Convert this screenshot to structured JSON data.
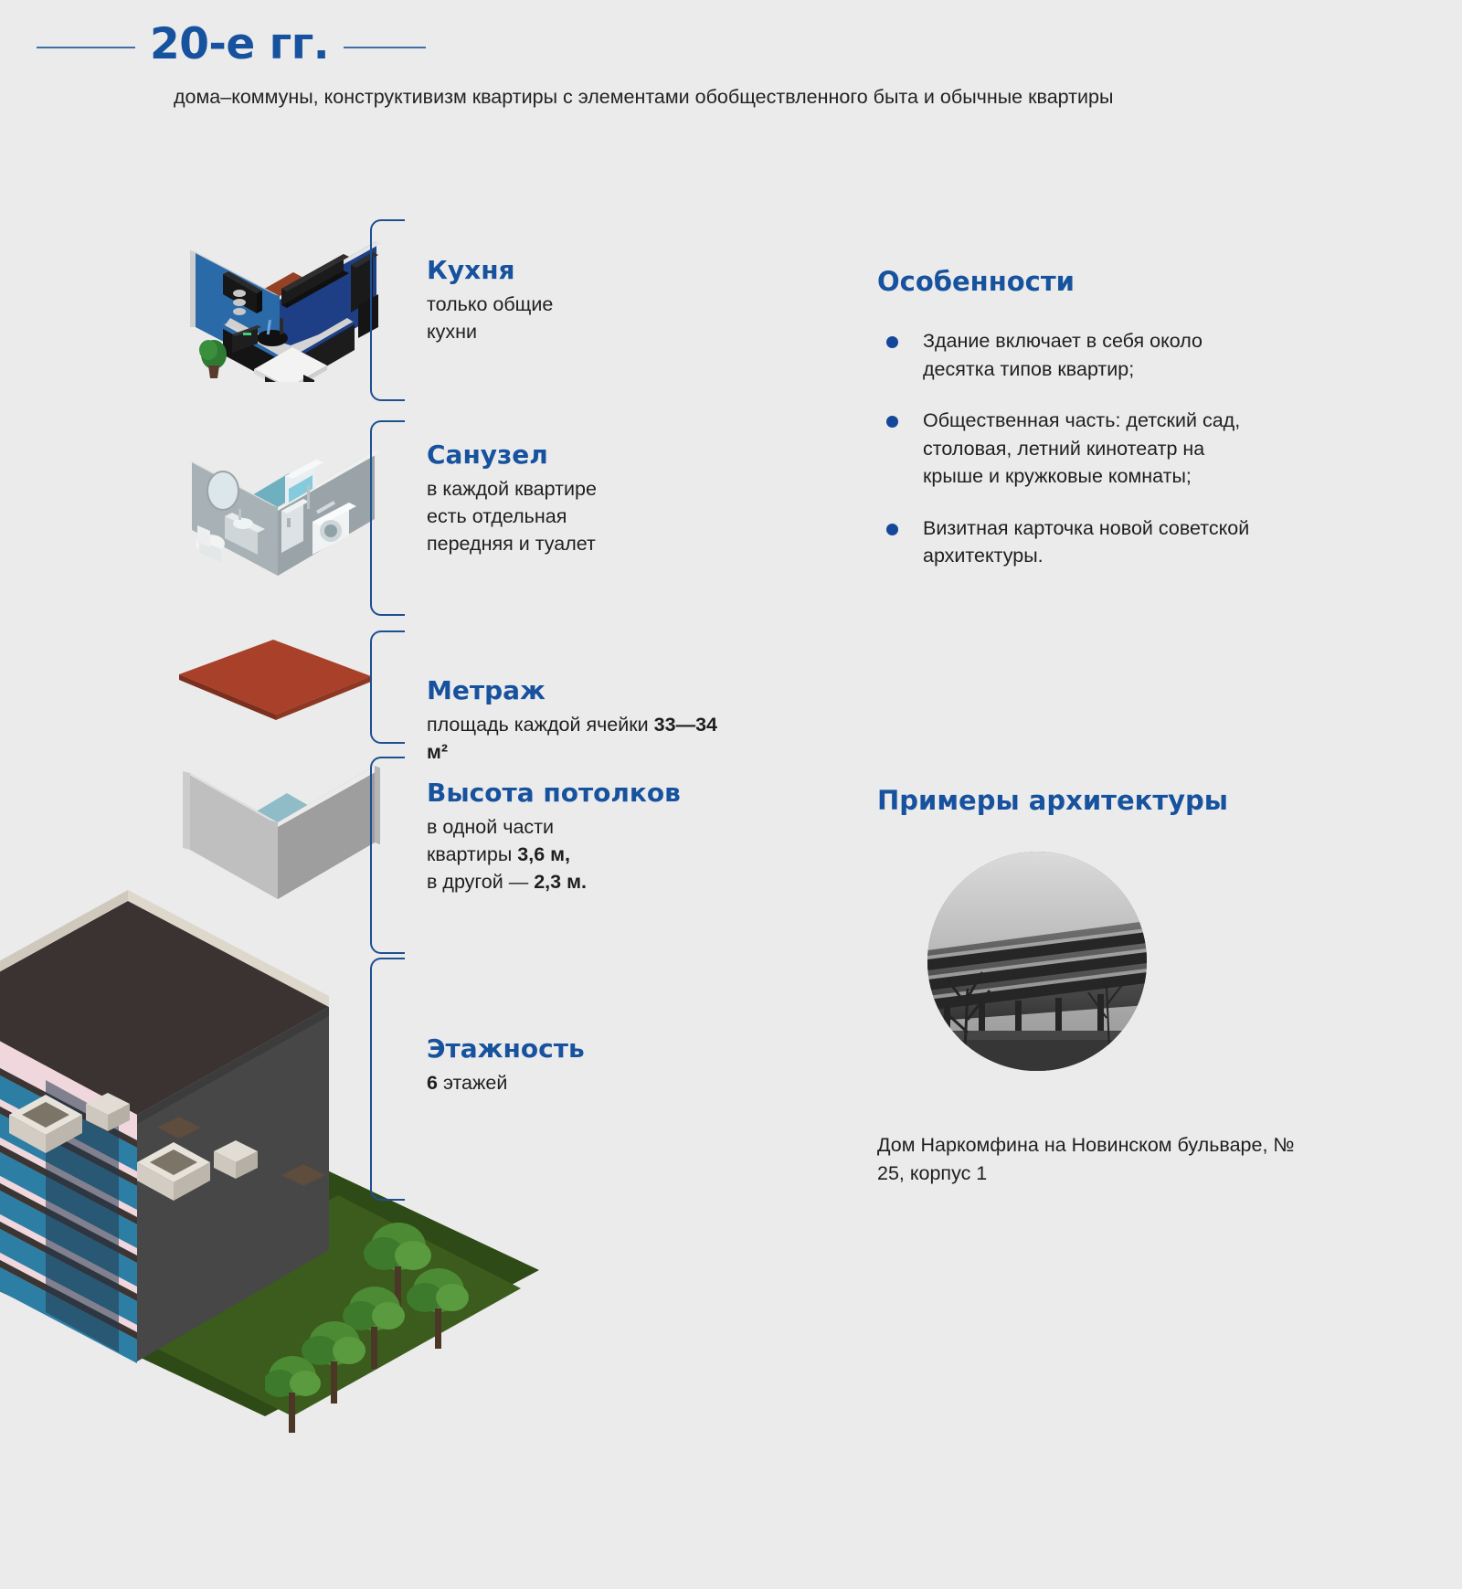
{
  "page": {
    "background": "#ebebeb",
    "accent_blue": "#17529e",
    "rule_blue": "#3f6fa8"
  },
  "header": {
    "era_title": "20-е гг.",
    "subtitle": "дома–коммуны, конструктивизм квартиры с элементами обобществленного быта и обычные квартиры"
  },
  "features": [
    {
      "id": "kitchen",
      "title": "Кухня",
      "desc_lines": [
        "только общие",
        "кухни"
      ],
      "icon": "isometric-kitchen-room"
    },
    {
      "id": "bathroom",
      "title": "Санузел",
      "desc_lines": [
        "в каждой квартире",
        "есть отдельная",
        "передняя и туалет"
      ],
      "icon": "isometric-bathroom-room"
    },
    {
      "id": "area",
      "title": "Метраж",
      "desc_prefix": "площадь каждой ячейки ",
      "desc_value": "33—34 м²",
      "icon": "isometric-floor-plane"
    },
    {
      "id": "ceiling",
      "title": "Высота потолков",
      "desc_line1": "в одной части",
      "desc_line2_prefix": "квартиры ",
      "desc_line2_value": "3,6 м,",
      "desc_line3_prefix": "в другой — ",
      "desc_line3_value": "2,3 м.",
      "icon": "isometric-empty-room"
    },
    {
      "id": "floors",
      "title": "Этажность",
      "desc_value": "6",
      "desc_suffix": " этажей",
      "icon": "isometric-building"
    }
  ],
  "specials": {
    "heading": "Особенности",
    "items": [
      "Здание включает в себя около десятка типов квартир;",
      "Общественная часть: детский сад, столовая, летний кинотеатр на крыше и кружковые комнаты;",
      "Визитная карточка новой советской архитектуры."
    ]
  },
  "examples": {
    "heading": "Примеры архитектуры",
    "photo_alt": "narkomfin-building-photo",
    "caption": "Дом Наркомфина на Новинском бульваре, № 25, корпус 1"
  }
}
